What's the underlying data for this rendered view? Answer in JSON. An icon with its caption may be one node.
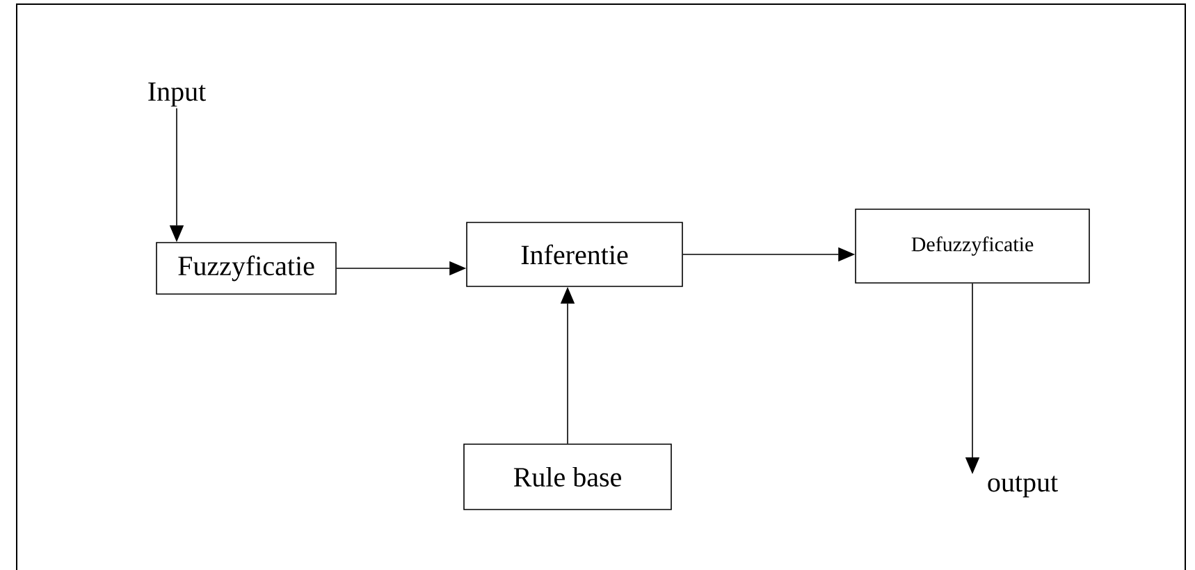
{
  "diagram": {
    "nodes": [
      {
        "text": [
          "Input"
        ]
      },
      {
        "text": [
          "Fuzzyficatie"
        ]
      },
      {
        "text": [
          "Inferentie"
        ]
      },
      {
        "text": [
          "Defuzzyficatie"
        ]
      },
      {
        "text": [
          "Rule base"
        ]
      },
      {
        "text": [
          "output"
        ]
      }
    ],
    "edges": [
      {
        "from": 0,
        "to": 1,
        "arrow": "to"
      },
      {
        "from": 1,
        "to": 2,
        "arrow": "to"
      },
      {
        "from": 2,
        "to": 3,
        "arrow": "to"
      },
      {
        "from": 4,
        "to": 2,
        "arrow": "to"
      },
      {
        "from": 3,
        "to": 5,
        "arrow": "to"
      }
    ]
  }
}
